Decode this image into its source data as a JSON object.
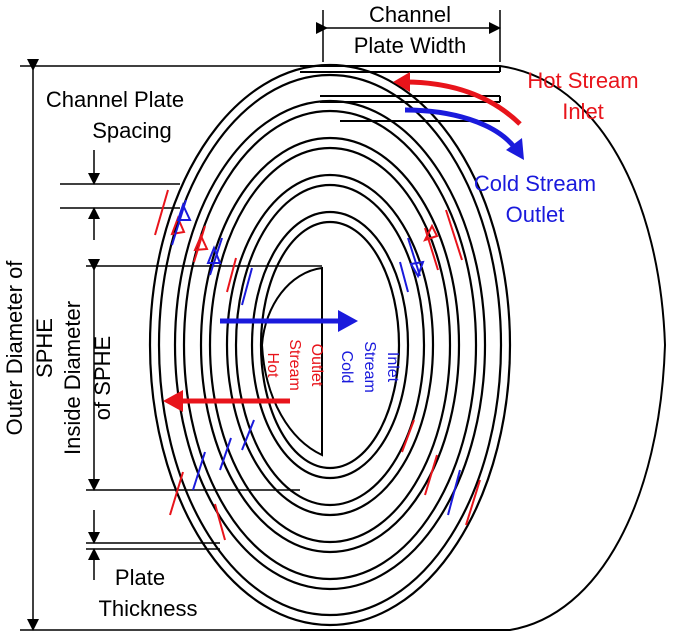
{
  "labels": {
    "channel_plate_width_1": "Channel",
    "channel_plate_width_2": "Plate Width",
    "hot_inlet_1": "Hot Stream",
    "hot_inlet_2": "Inlet",
    "cold_outlet_1": "Cold Stream",
    "cold_outlet_2": "Outlet",
    "channel_spacing_1": "Channel Plate",
    "channel_spacing_2": "Spacing",
    "outer_diameter_1": "Outer Diameter of",
    "outer_diameter_2": "SPHE",
    "inside_diameter_1": "Inside Diameter",
    "inside_diameter_2": "of SPHE",
    "hot_outlet_1": "Hot",
    "hot_outlet_2": "Stream",
    "hot_outlet_3": "Outlet",
    "cold_inlet_1": "Cold",
    "cold_inlet_2": "Stream",
    "cold_inlet_3": "Inlet",
    "plate_thickness_1": "Plate",
    "plate_thickness_2": "Thickness"
  },
  "colors": {
    "hot": "#e8141b",
    "cold": "#1a1adc",
    "line": "#000000"
  }
}
